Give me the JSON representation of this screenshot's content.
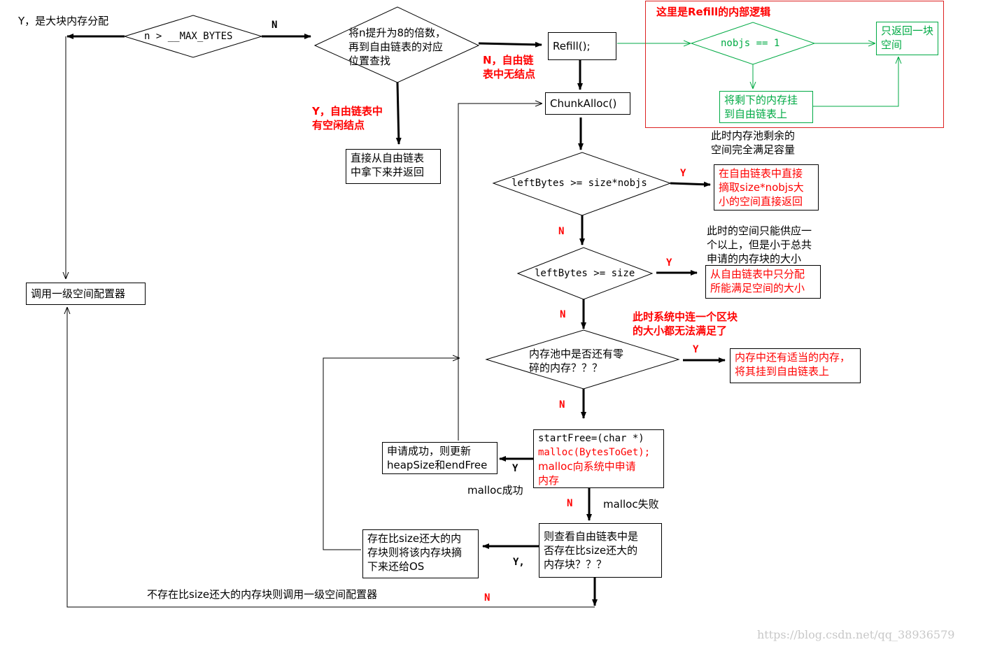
{
  "labels": {
    "y_large_block": "Y，是大块内存分配",
    "n_top": "N",
    "n_no_node": "N，自由链\n表中无结点",
    "y_free_node": "Y，自由链表中\n有空闲结点",
    "refill_internal": "这里是Refill的内部逻辑",
    "pool_enough": "此时内存池剩余的\n空间完全满足容量",
    "pool_partial": "此时的空间只能供应一\n个以上，但是小于总共\n申请的内存块的大小",
    "pool_none": "此时系统中连一个区块\n的大小都无法满足了",
    "y1": "Y",
    "y2": "Y",
    "y3": "Y",
    "n1": "N",
    "n2": "N",
    "n3": "N",
    "n4": "N",
    "n5": "N",
    "y_success": "Y",
    "malloc_success": "malloc成功",
    "malloc_fail": "malloc失败",
    "y_comma": "Y,",
    "call_first_level": "不存在比size还大的内存块则调用一级空间配置器"
  },
  "decisions": {
    "max_bytes": "n > __MAX_BYTES",
    "round_up": "将n提升为8的倍数，\n再到自由链表的对应\n位置查找",
    "nobjs": "nobjs == 1",
    "left_total": "leftBytes >= size*nobjs",
    "left_size": "leftBytes >= size",
    "pool_frag": "内存池中是否还有零\n碎的内存？？？"
  },
  "boxes": {
    "refill": "Refill();",
    "chunk_alloc": "ChunkAlloc()",
    "return_one": "只返回一块\n空间",
    "hang_rest": "将剩下的内存挂\n到自由链表上",
    "take_from_list": "直接从自由链表\n中拿下来并返回",
    "first_level": "调用一级空间配置器",
    "take_total": "在自由链表中直接\n摘取size*nobjs大\n小的空间直接返回",
    "take_partial": "从自由链表中只分配\n所能满足空间的大小",
    "hang_frag": "内存中还有适当的内存，\n将其挂到自由链表上",
    "update_heap": "申请成功，则更新\nheapSize和endFree",
    "malloc_line1": "startFree=(char *)",
    "malloc_line2": "malloc(BytesToGet);",
    "malloc_line3": "malloc向系统中申请\n内存",
    "check_bigger": "则查看自由链表中是\n否存在比size还大的\n内存块？？？",
    "release_os": "存在比size还大的内\n存块则将该内存块摘\n下来还给OS"
  },
  "watermark": "https://blog.csdn.net/qq_38936579",
  "colors": {
    "red": "#ff0000",
    "green": "#00aa44",
    "frame": "#dd2222"
  }
}
